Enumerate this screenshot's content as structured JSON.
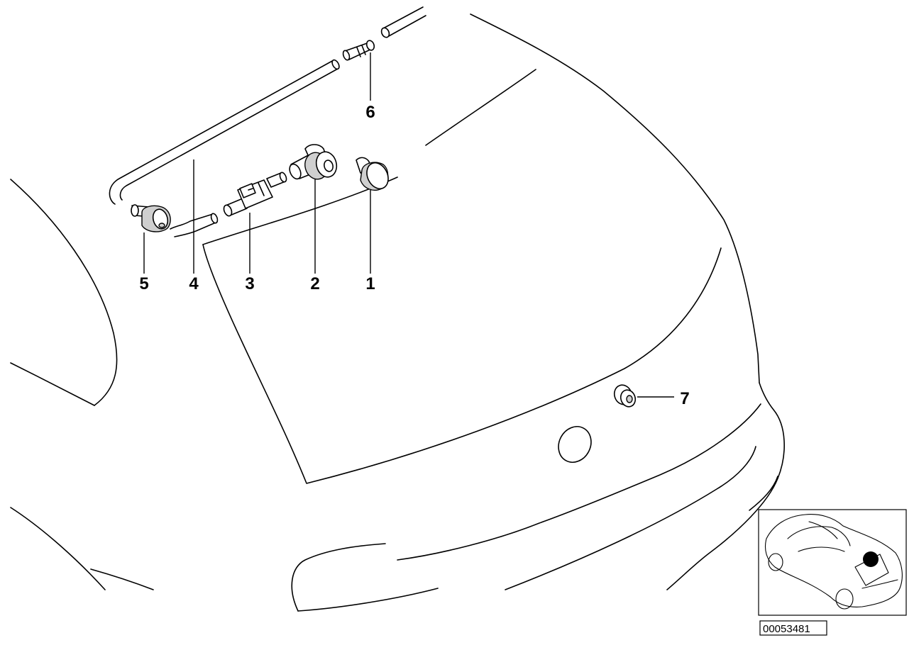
{
  "callouts": {
    "c1": "1",
    "c2": "2",
    "c3": "3",
    "c4": "4",
    "c5": "5",
    "c6": "6",
    "c7": "7"
  },
  "reference_number": "00053481",
  "inset": {
    "highlight_color": "#000000"
  }
}
